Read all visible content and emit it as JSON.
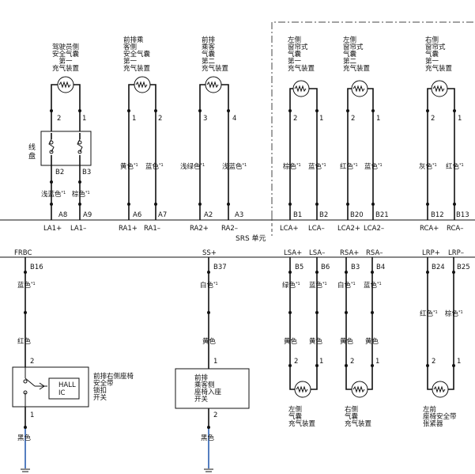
{
  "unit": {
    "name": "SRS 单元"
  },
  "top": {
    "driver": {
      "title": [
        "驾驶员侧",
        "安全气囊",
        "第一",
        "充气装置"
      ],
      "pins": [
        "2",
        "1"
      ],
      "coil_label": [
        "线",
        "盘"
      ],
      "coil_pins": [
        "B2",
        "B3"
      ],
      "colors": [
        "浅蓝色",
        "棕色"
      ],
      "terms": [
        "A8",
        "A9"
      ],
      "signals": [
        "LA1+",
        "LA1–"
      ]
    },
    "passenger": {
      "title": [
        "前排乘",
        "客侧",
        "安全气囊",
        "第一",
        "充气装置"
      ],
      "pins": [
        "1",
        "2"
      ],
      "colors": [
        "黄色",
        "蓝色"
      ],
      "terms": [
        "A6",
        "A7"
      ],
      "signals": [
        "RA1+",
        "RA1–"
      ]
    },
    "passenger2": {
      "title": [
        "前排",
        "乘客",
        "气囊",
        "第二",
        "充气装置"
      ],
      "pins": [
        "3",
        "4"
      ],
      "colors": [
        "浅绿色",
        "浅蓝色"
      ],
      "terms": [
        "A2",
        "A3"
      ],
      "signals": [
        "RA2+",
        "RA2–"
      ]
    },
    "lc": {
      "title": [
        "左侧",
        "窗帘式",
        "气囊",
        "第一",
        "充气装置"
      ],
      "pins": [
        "2",
        "1"
      ],
      "colors": [
        "棕色",
        "蓝色"
      ],
      "terms": [
        "B1",
        "B2"
      ],
      "signals": [
        "LCA+",
        "LCA–"
      ]
    },
    "lc2": {
      "title": [
        "左侧",
        "窗帘式",
        "气囊",
        "第二",
        "充气装置"
      ],
      "pins": [
        "2",
        "1"
      ],
      "colors": [
        "红色",
        "蓝色"
      ],
      "terms": [
        "B20",
        "B21"
      ],
      "signals": [
        "LCA2+",
        "LCA2–"
      ]
    },
    "rc": {
      "title": [
        "右侧",
        "窗帘式",
        "气囊",
        "第一",
        "充气装置"
      ],
      "pins": [
        "2",
        "1"
      ],
      "colors": [
        "灰色",
        "红色"
      ],
      "terms": [
        "B12",
        "B13"
      ],
      "signals": [
        "RCA+",
        "RCA–"
      ]
    }
  },
  "bottom": {
    "buckle": {
      "signal": "FRBC",
      "term": "B16",
      "wire1": "蓝色",
      "wire2": "红色",
      "pin_top": "2",
      "pin_bot": "1",
      "hall": [
        "HALL",
        "IC"
      ],
      "title": [
        "前排右侧座椅",
        "安全带",
        "锁扣",
        "开关"
      ],
      "ground_wire": "黑色"
    },
    "seat": {
      "signal": "SS+",
      "term": "B37",
      "wire1": "白色",
      "wire2": "黄色",
      "pin_top": "1",
      "pin_bot": "2",
      "title": [
        "前排",
        "乘客侧",
        "座椅入座",
        "开关"
      ],
      "ground_wire": "黑色"
    },
    "ls": {
      "signals": [
        "LSA+",
        "LSA–"
      ],
      "terms": [
        "B5",
        "B6"
      ],
      "colors": [
        "绿色",
        "蓝色"
      ],
      "colors2": [
        "黄色",
        "黄色"
      ],
      "pins": [
        "2",
        "1"
      ],
      "title": [
        "左侧",
        "气囊",
        "充气装置"
      ]
    },
    "rs": {
      "signals": [
        "RSA+",
        "RSA–"
      ],
      "terms": [
        "B3",
        "B4"
      ],
      "colors": [
        "白色",
        "蓝色"
      ],
      "colors2": [
        "黄色",
        "黄色"
      ],
      "pins": [
        "2",
        "1"
      ],
      "title": [
        "右侧",
        "气囊",
        "充气装置"
      ]
    },
    "lrp": {
      "signals": [
        "LRP+",
        "LRP–"
      ],
      "terms": [
        "B24",
        "B25"
      ],
      "colors": [
        "红色",
        "棕色"
      ],
      "pins": [
        "2",
        "1"
      ],
      "title": [
        "左前",
        "座椅安全带",
        "张紧器"
      ]
    }
  },
  "footnote_mark": "*1"
}
